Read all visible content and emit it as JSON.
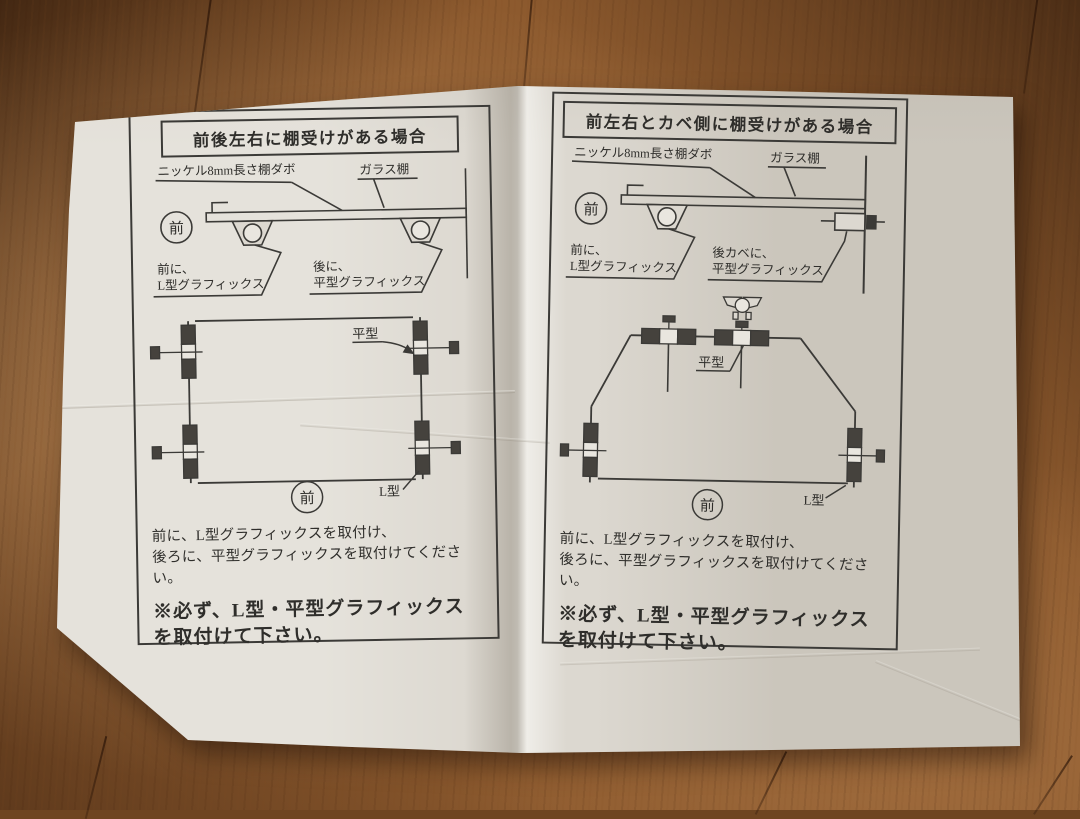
{
  "colors": {
    "floor_wood": "#8d5a2e",
    "paper": "#dcd8d0",
    "ink": "#2f2e2b"
  },
  "left_panel": {
    "title": "前後左右に棚受けがある場合",
    "side_view": {
      "dowel_label": "ニッケル8mm長さ棚ダボ",
      "glass_shelf_label": "ガラス棚",
      "front_mark": "前",
      "front_callout_line1": "前に、",
      "front_callout_line2": "L型グラフィックス",
      "rear_callout_line1": "後に、",
      "rear_callout_line2": "平型グラフィックス"
    },
    "plan_view": {
      "flat_label": "平型",
      "l_label": "L型",
      "front_mark": "前"
    },
    "instruction_line1": "前に、L型グラフィックスを取付け、",
    "instruction_line2": "後ろに、平型グラフィックスを取付けてください。",
    "note_line1": "※必ず、L型・平型グラフィックス",
    "note_line2": "を取付けて下さい。"
  },
  "right_panel": {
    "title": "前左右とカベ側に棚受けがある場合",
    "side_view": {
      "dowel_label": "ニッケル8mm長さ棚ダボ",
      "glass_shelf_label": "ガラス棚",
      "front_mark": "前",
      "front_callout_line1": "前に、",
      "front_callout_line2": "L型グラフィックス",
      "rear_callout_line1": "後カベに、",
      "rear_callout_line2": "平型グラフィックス"
    },
    "plan_view": {
      "flat_label": "平型",
      "l_label": "L型",
      "front_mark": "前"
    },
    "instruction_line1": "前に、L型グラフィックスを取付け、",
    "instruction_line2": "後ろに、平型グラフィックスを取付けてください。",
    "note_line1": "※必ず、L型・平型グラフィックス",
    "note_line2": "を取付けて下さい。"
  }
}
